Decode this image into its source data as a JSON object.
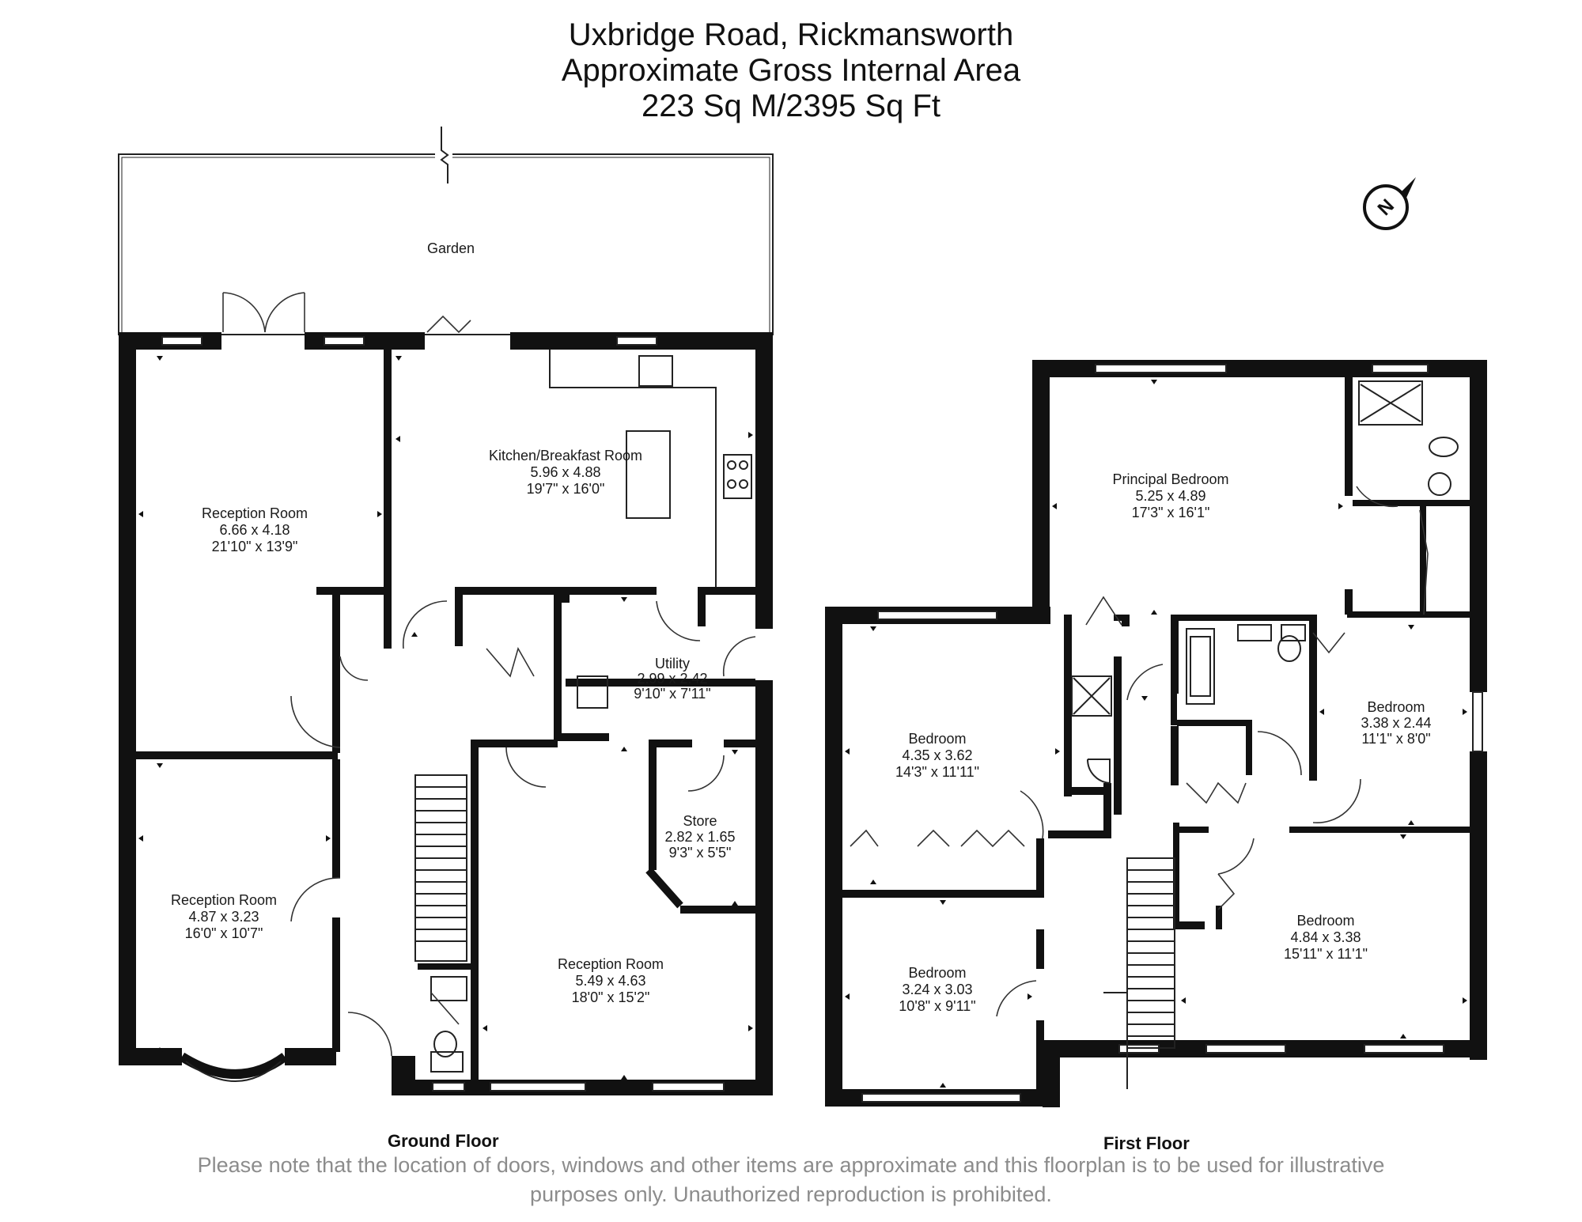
{
  "title": {
    "line1": "Uxbridge Road, Rickmansworth",
    "line2": "Approximate Gross Internal Area",
    "line3": "223 Sq M/2395 Sq Ft"
  },
  "compass": {
    "label": "N"
  },
  "ground_floor": {
    "label": "Ground Floor",
    "garden": "Garden",
    "rooms": [
      {
        "name": "Reception Room",
        "metric": "6.66 x 4.18",
        "imperial": "21'10\" x 13'9\""
      },
      {
        "name": "Kitchen/Breakfast Room",
        "metric": "5.96 x 4.88",
        "imperial": "19'7\" x 16'0\""
      },
      {
        "name": "Utility",
        "metric": "2.99 x 2.42",
        "imperial": "9'10\" x 7'11\""
      },
      {
        "name": "Store",
        "metric": "2.82 x 1.65",
        "imperial": "9'3\" x 5'5\""
      },
      {
        "name": "Reception Room",
        "metric": "4.87 x 3.23",
        "imperial": "16'0\" x 10'7\""
      },
      {
        "name": "Reception Room",
        "metric": "5.49 x 4.63",
        "imperial": "18'0\" x 15'2\""
      }
    ]
  },
  "first_floor": {
    "label": "First Floor",
    "rooms": [
      {
        "name": "Principal Bedroom",
        "metric": "5.25 x 4.89",
        "imperial": "17'3\" x 16'1\""
      },
      {
        "name": "Bedroom",
        "metric": "4.35 x 3.62",
        "imperial": "14'3\" x 11'11\""
      },
      {
        "name": "Bedroom",
        "metric": "3.38 x 2.44",
        "imperial": "11'1\" x 8'0\""
      },
      {
        "name": "Bedroom",
        "metric": "3.24 x 3.03",
        "imperial": "10'8\" x 9'11\""
      },
      {
        "name": "Bedroom",
        "metric": "4.84 x 3.38",
        "imperial": "15'11\" x 11'1\""
      }
    ]
  },
  "disclaimer": {
    "line1": "Please note that the location of doors, windows and other items are approximate and this floorplan is to be used for illustrative",
    "line2": "purposes only. Unauthorized reproduction is prohibited."
  }
}
